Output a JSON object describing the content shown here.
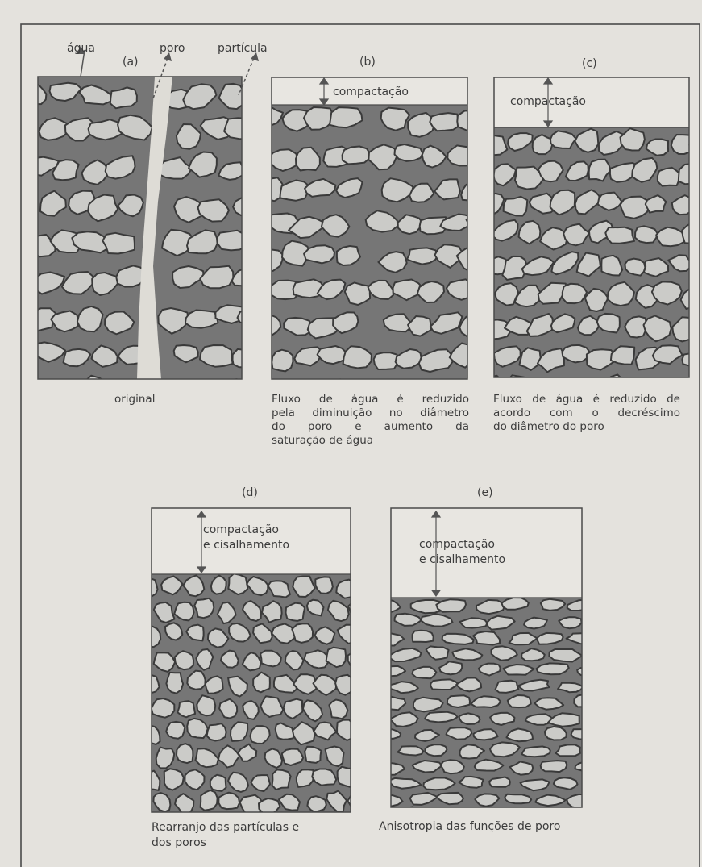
{
  "top_labels": {
    "agua": "água",
    "poro": "poro",
    "particula": "partícula"
  },
  "panels": [
    {
      "id": "a",
      "letter": "(a)",
      "compaction_label": [],
      "caption": [
        "original"
      ]
    },
    {
      "id": "b",
      "letter": "(b)",
      "compaction_label": [
        "compactação"
      ],
      "caption": [
        "Fluxo de água é reduzido",
        "pela diminuição no diâmetro",
        "do poro e aumento da",
        "saturação de água"
      ]
    },
    {
      "id": "c",
      "letter": "(c)",
      "compaction_label": [
        "compactação"
      ],
      "caption": [
        "Fluxo de água é reduzido de",
        "acordo com o decréscimo",
        "do diâmetro do poro"
      ]
    },
    {
      "id": "d",
      "letter": "(d)",
      "compaction_label": [
        "compactação",
        "e cisalhamento"
      ],
      "caption": [
        "Rearranjo das partículas e",
        "dos poros"
      ]
    },
    {
      "id": "e",
      "letter": "(e)",
      "compaction_label": [
        "compactação",
        "e cisalhamento"
      ],
      "caption": [
        "Anisotropia das funções de poro"
      ]
    }
  ],
  "colors": {
    "page": "#e4e2dd",
    "frame": "#4a4a4a",
    "water": "#767676",
    "particle_fill": "#cbcbc8",
    "particle_edge": "#3a3a3a",
    "arrow": "#555555"
  }
}
